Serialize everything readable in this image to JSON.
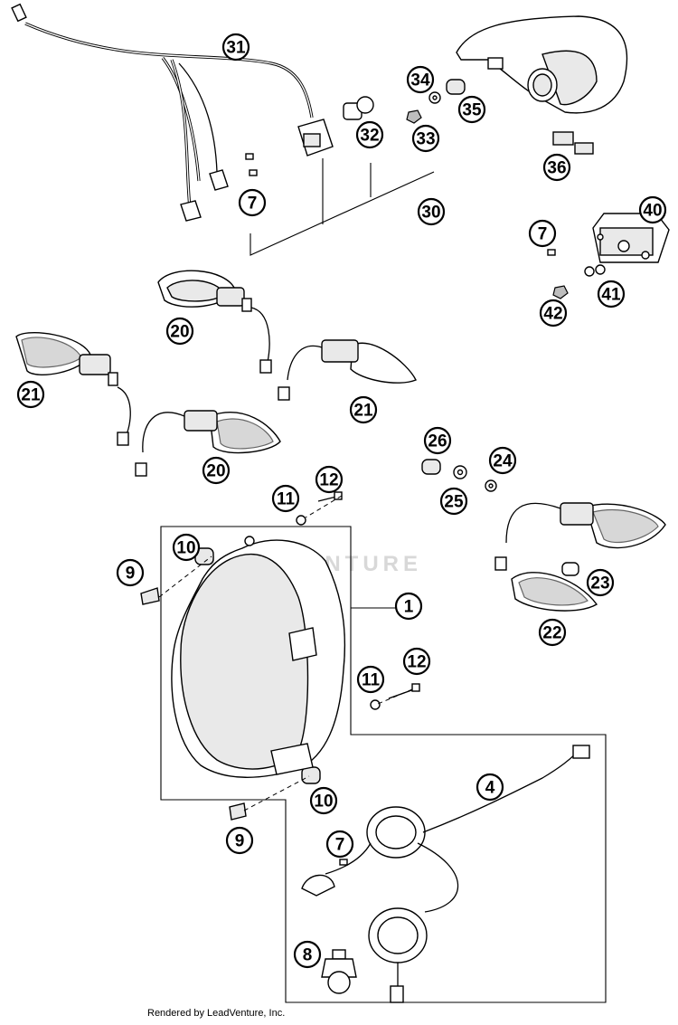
{
  "callouts": [
    {
      "id": "c31",
      "label": "31"
    },
    {
      "id": "c34",
      "label": "34"
    },
    {
      "id": "c35",
      "label": "35"
    },
    {
      "id": "c33",
      "label": "33"
    },
    {
      "id": "c32",
      "label": "32"
    },
    {
      "id": "c7a",
      "label": "7"
    },
    {
      "id": "c30",
      "label": "30"
    },
    {
      "id": "c36",
      "label": "36"
    },
    {
      "id": "c40",
      "label": "40"
    },
    {
      "id": "c7b",
      "label": "7"
    },
    {
      "id": "c41",
      "label": "41"
    },
    {
      "id": "c42",
      "label": "42"
    },
    {
      "id": "c20a",
      "label": "20"
    },
    {
      "id": "c21a",
      "label": "21"
    },
    {
      "id": "c21b",
      "label": "21"
    },
    {
      "id": "c20b",
      "label": "20"
    },
    {
      "id": "c26",
      "label": "26"
    },
    {
      "id": "c24",
      "label": "24"
    },
    {
      "id": "c25",
      "label": "25"
    },
    {
      "id": "c12a",
      "label": "12"
    },
    {
      "id": "c11a",
      "label": "11"
    },
    {
      "id": "c10a",
      "label": "10"
    },
    {
      "id": "c9a",
      "label": "9"
    },
    {
      "id": "c1",
      "label": "1"
    },
    {
      "id": "c23",
      "label": "23"
    },
    {
      "id": "c22",
      "label": "22"
    },
    {
      "id": "c12b",
      "label": "12"
    },
    {
      "id": "c11b",
      "label": "11"
    },
    {
      "id": "c4",
      "label": "4"
    },
    {
      "id": "c10b",
      "label": "10"
    },
    {
      "id": "c9b",
      "label": "9"
    },
    {
      "id": "c7c",
      "label": "7"
    },
    {
      "id": "c8",
      "label": "8"
    }
  ],
  "watermark": "LEADVENTURE",
  "footer": "Rendered by LeadVenture, Inc."
}
